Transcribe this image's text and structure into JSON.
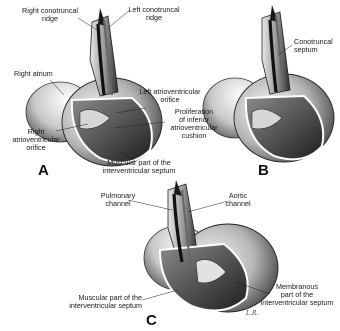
{
  "labels": {
    "a_right_conotruncal_ridge": "Right conotruncal\nridge",
    "a_left_conotruncal_ridge": "Left conotruncal\nridge",
    "a_right_atrium": "Right atrium",
    "a_left_av_orifice": "Left atrioventricular\norifice",
    "a_proliferation": "Proliferation\nof inferior\natrioventricular\ncushion",
    "a_right_av_orifice": "Right\natrioventricular\norifice",
    "a_muscular_ivs": "Muscular part of the\ninterventricular septum",
    "b_conotruncal_septum": "Conotruncal\nseptum",
    "c_pulmonary_channel": "Pulmonary\nchannel",
    "c_aortic_channel": "Aortic\nchannel",
    "c_muscular_ivs": "Muscular part of the\ninterventricular septum",
    "c_membranous_ivs": "Membranous\npart of the\ninterventricular septum"
  },
  "panels": {
    "a": "A",
    "b": "B",
    "c": "C"
  },
  "signature": "L.R."
}
